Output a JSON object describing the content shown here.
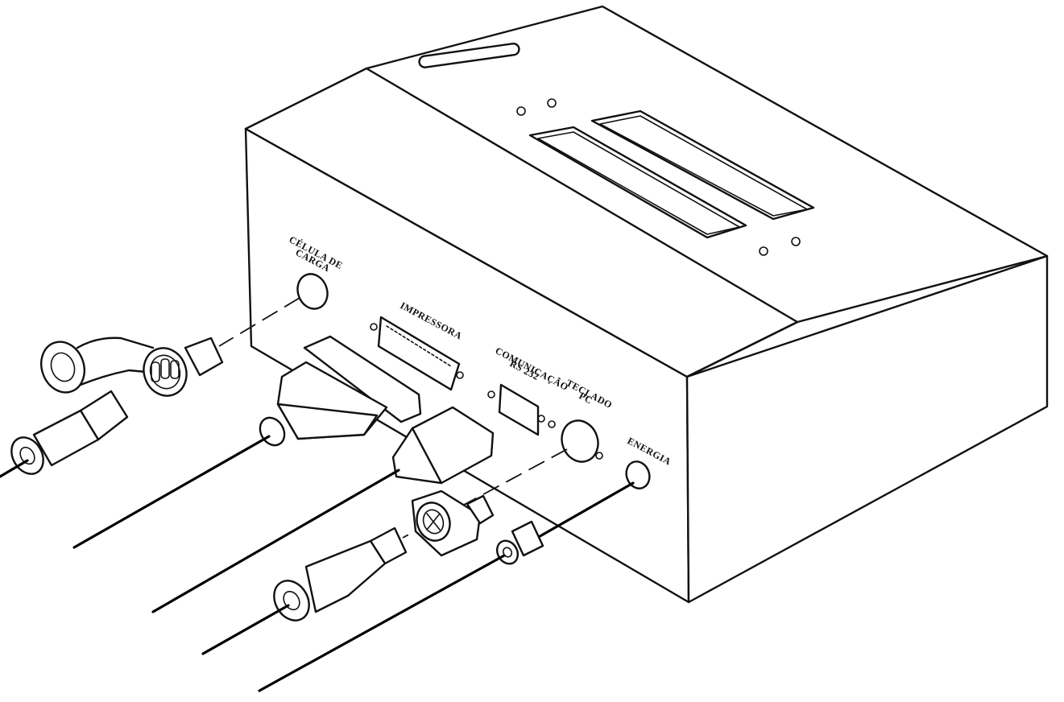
{
  "labels": {
    "celula_line1": "CÉLULA DE",
    "celula_line2": "CARGA",
    "impressora": "IMPRESSORA",
    "comunicacao_line1": "COMUNICAÇÃO",
    "comunicacao_line2": "RS 232",
    "teclado_line1": "TECLADO",
    "teclado_line2": "PC",
    "energia": "ENERGIA"
  },
  "colors": {
    "ink": "#111111",
    "paper": "#ffffff"
  }
}
